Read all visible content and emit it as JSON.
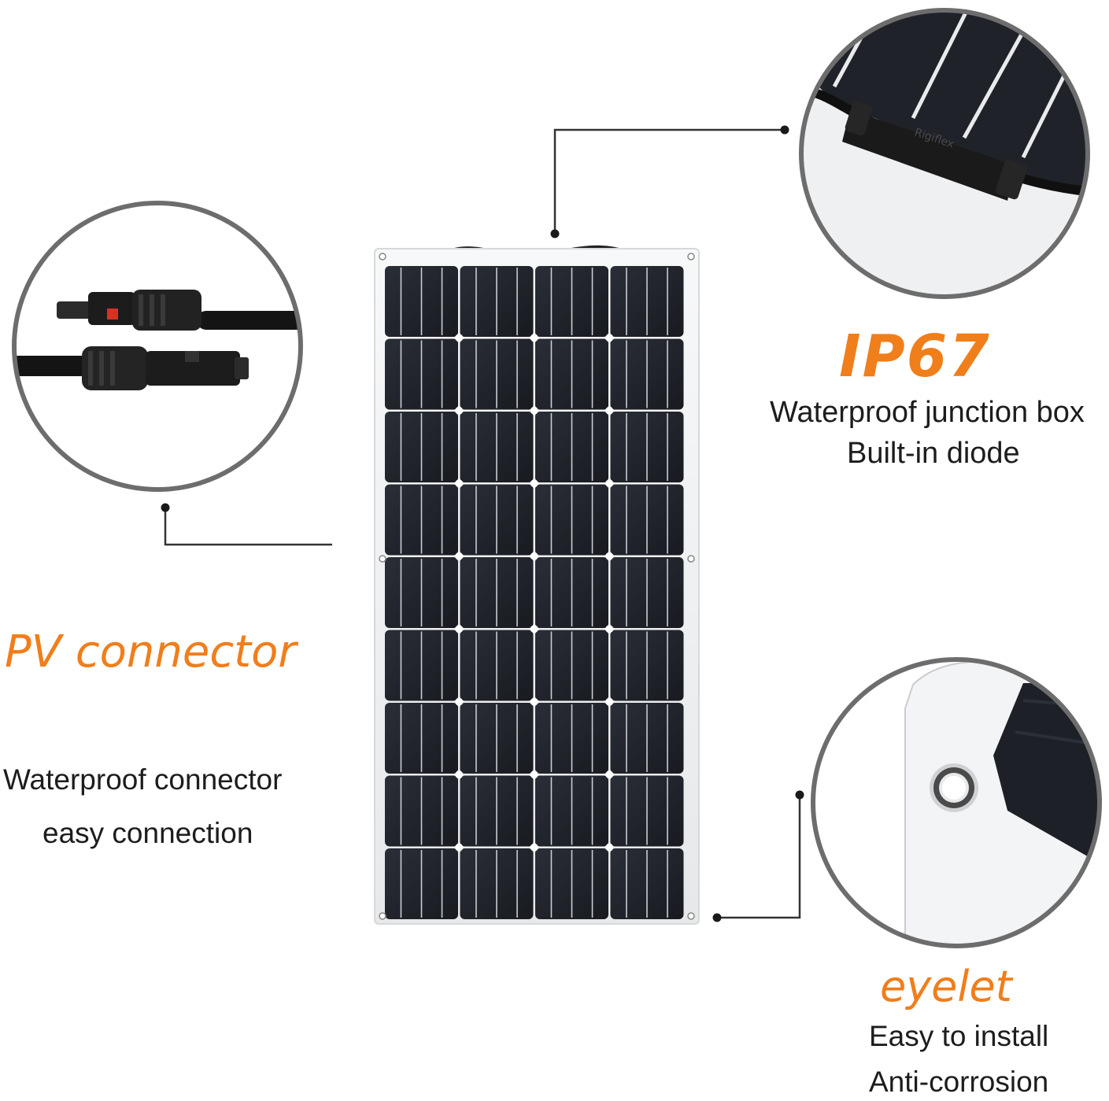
{
  "colors": {
    "accent": "#f07e1b",
    "panel_cell": "#1e2129",
    "panel_frame": "#f4f5f6",
    "circle_border": "#6d6d6d",
    "leader_line": "#333333"
  },
  "callouts": {
    "ip67": {
      "title": "IP67",
      "line1": "Waterproof junction box",
      "line2": "Built-in diode"
    },
    "pv": {
      "title": "PV connector",
      "line1": "Waterproof connector",
      "line2": "easy connection"
    },
    "eyelet": {
      "title": "eyelet",
      "line1": "Easy to install",
      "line2": "Anti-corrosion"
    }
  },
  "icons": {
    "connector": "mc4-connector-icon",
    "junction_box": "junction-box-icon",
    "eyelet": "eyelet-icon"
  }
}
